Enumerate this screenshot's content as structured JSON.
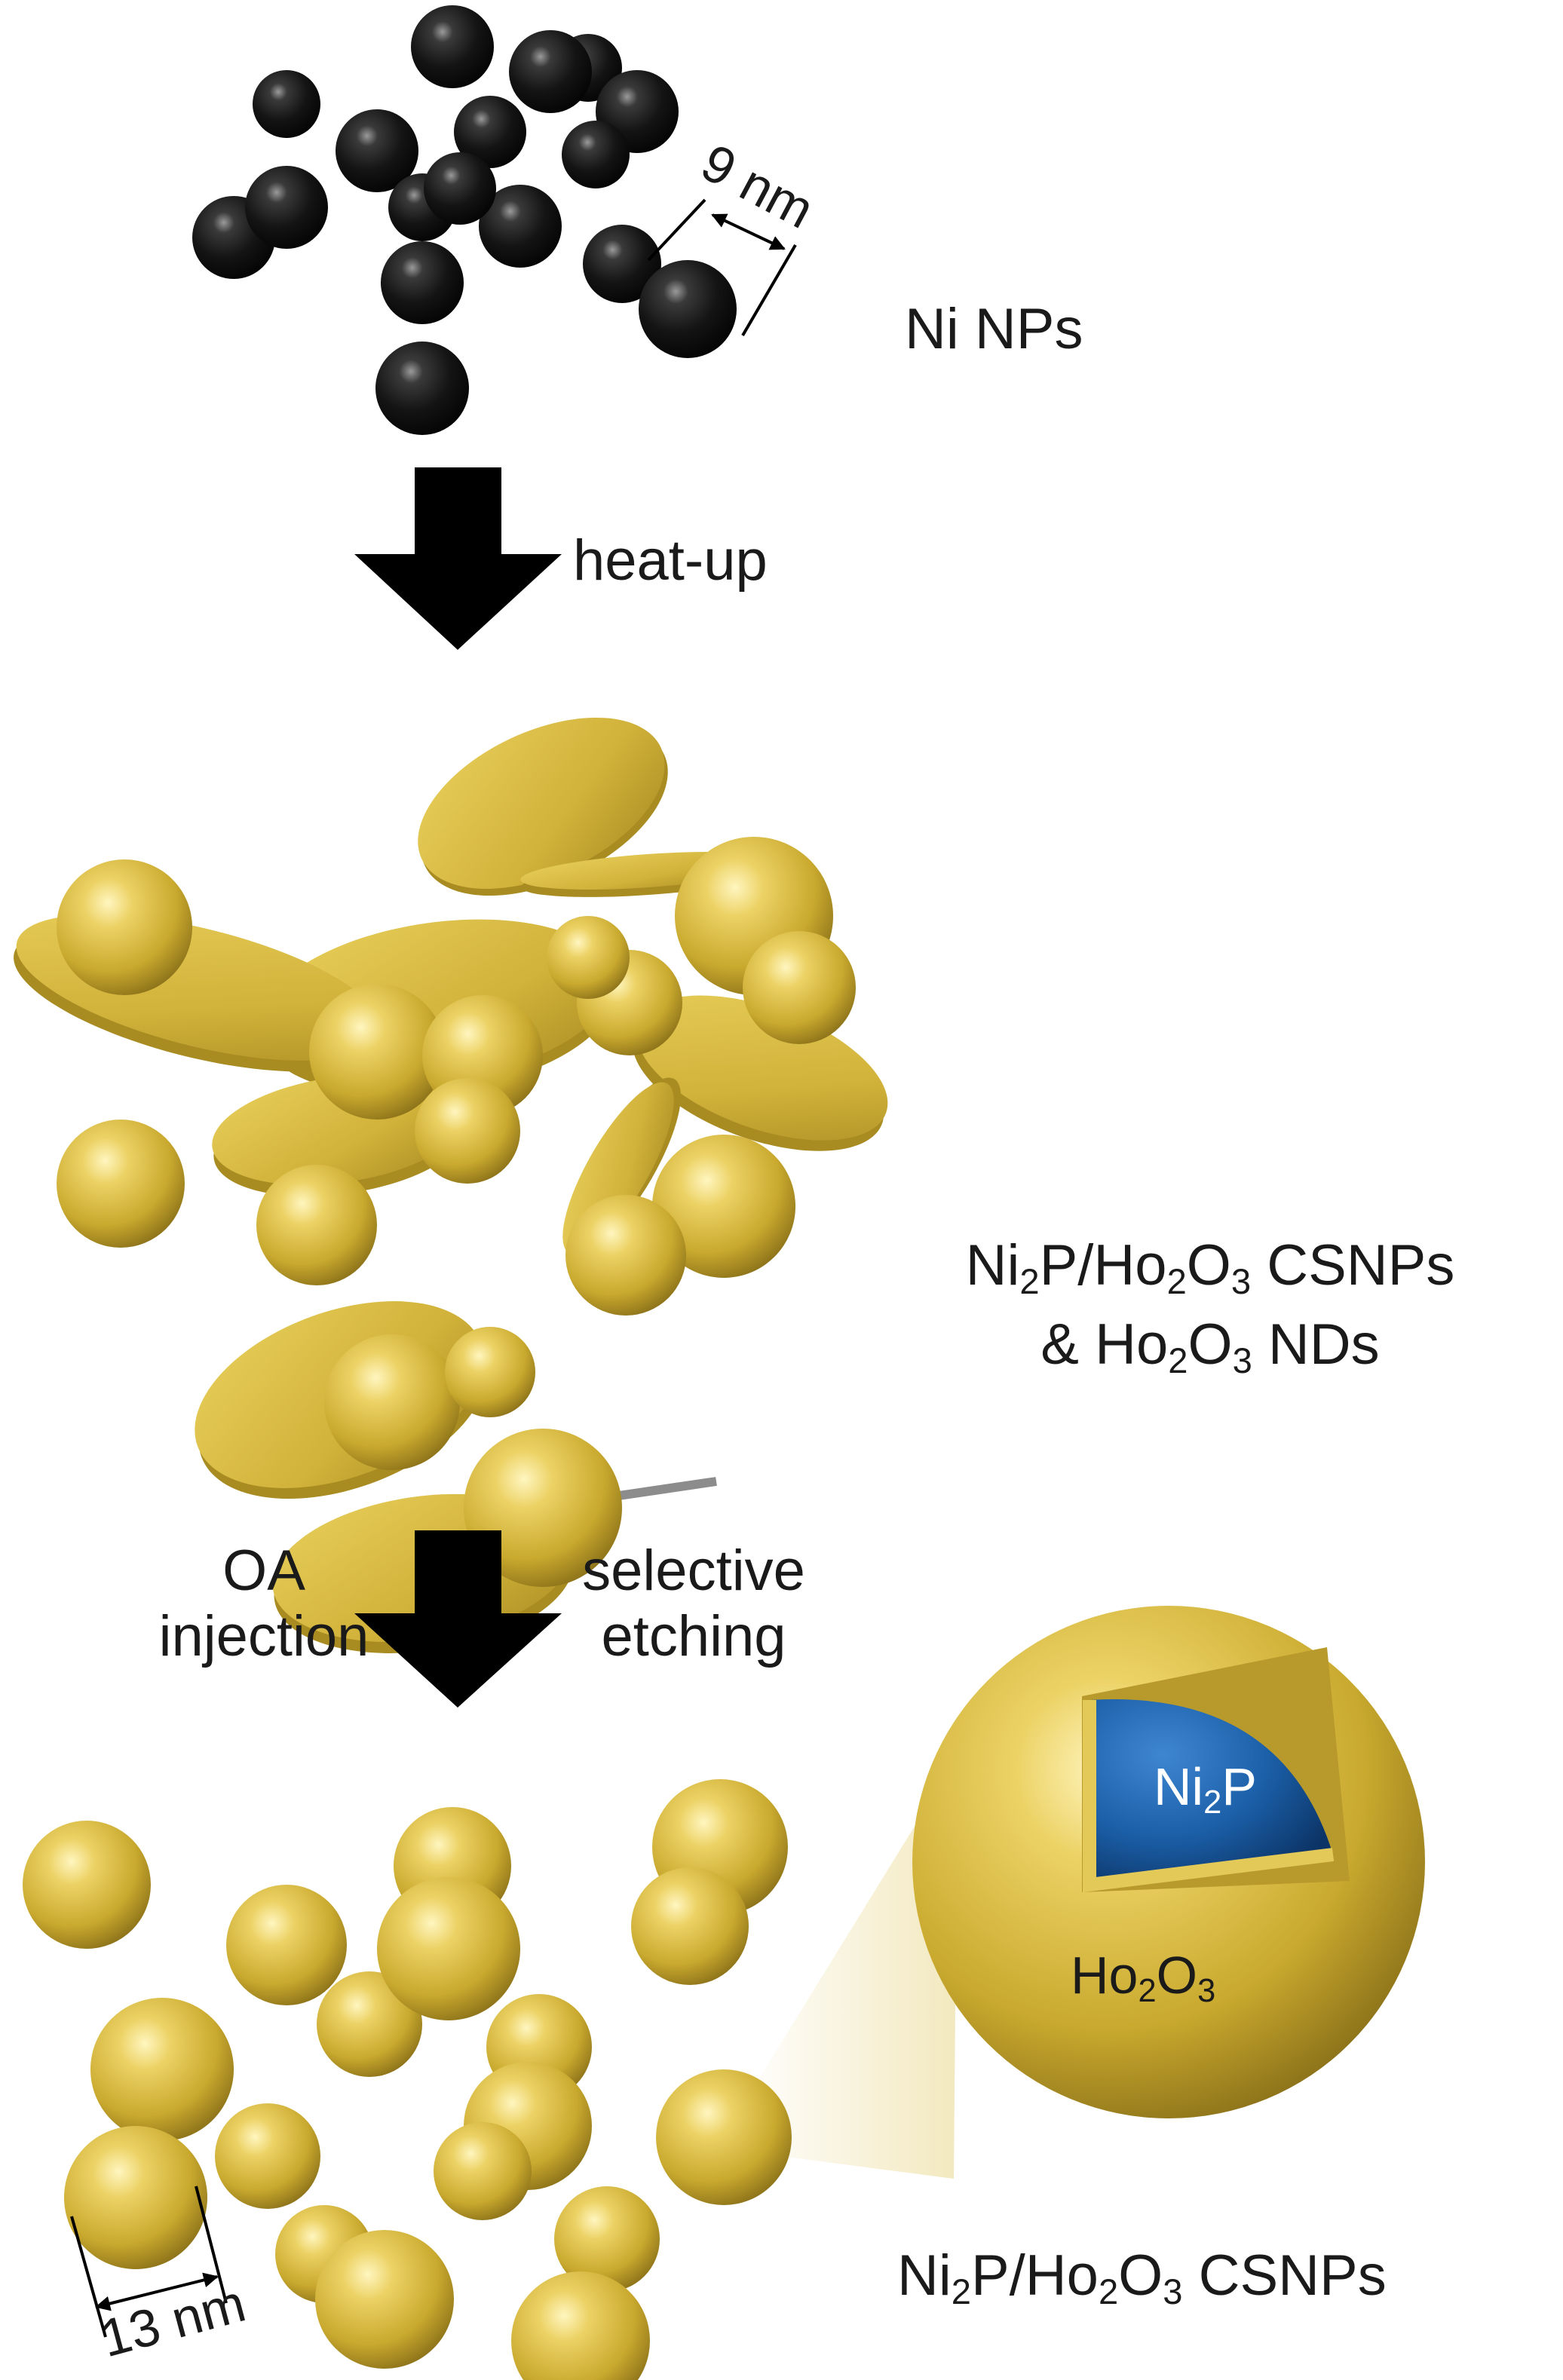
{
  "stage1": {
    "label": "Ni NPs",
    "size_label": "9 nm"
  },
  "step1": {
    "label": "heat-up"
  },
  "stage2": {
    "line1": {
      "a": "Ni",
      "a_sub": "2",
      "b": "P/Ho",
      "b_sub": "2",
      "c": "O",
      "c_sub": "3",
      "d": " CSNPs"
    },
    "line2": {
      "a": "& Ho",
      "a_sub": "2",
      "b": "O",
      "b_sub": "3",
      "c": " NDs"
    }
  },
  "step2": {
    "left_line1": "OA",
    "left_line2": "injection",
    "right_line1": "selective",
    "right_line2": "etching"
  },
  "stage3": {
    "label": {
      "a": "Ni",
      "a_sub": "2",
      "b": "P/Ho",
      "b_sub": "2",
      "c": "O",
      "c_sub": "3",
      "d": " CSNPs"
    },
    "size_label": "13 nm",
    "core_label": {
      "a": "Ni",
      "a_sub": "2",
      "b": "P"
    },
    "shell_label": {
      "a": "Ho",
      "a_sub": "2",
      "b": "O",
      "b_sub": "3"
    }
  },
  "colors": {
    "ni_particle": "#1a1a1a",
    "gold_particle": "#d4b53a",
    "core_blue": "#1b5fa8",
    "arrow": "#000000"
  }
}
